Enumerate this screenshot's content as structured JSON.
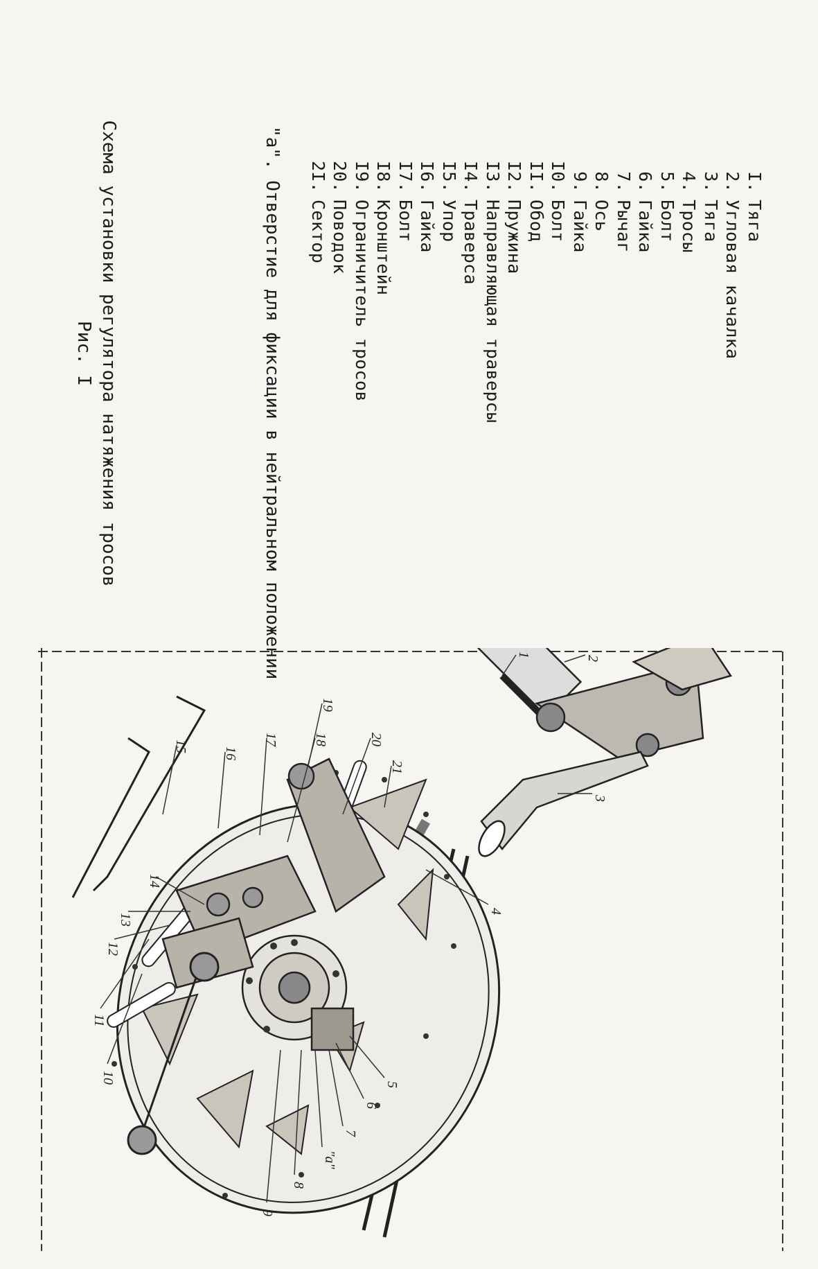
{
  "legend": [
    {
      "num": "I.",
      "label": "Тяга"
    },
    {
      "num": "2.",
      "label": "Угловая качалка"
    },
    {
      "num": "3.",
      "label": "Тяга"
    },
    {
      "num": "4.",
      "label": "Тросы"
    },
    {
      "num": "5.",
      "label": "Болт"
    },
    {
      "num": "6.",
      "label": "Гайка"
    },
    {
      "num": "7.",
      "label": "Рычаг"
    },
    {
      "num": "8.",
      "label": "Ось"
    },
    {
      "num": "9.",
      "label": "Гайка"
    },
    {
      "num": "I0.",
      "label": "Болт"
    },
    {
      "num": "II.",
      "label": "Обод"
    },
    {
      "num": "I2.",
      "label": "Пружина"
    },
    {
      "num": "I3.",
      "label": "Направляющая траверсы"
    },
    {
      "num": "I4.",
      "label": "Траверса"
    },
    {
      "num": "I5.",
      "label": "Упор"
    },
    {
      "num": "I6.",
      "label": "Гайка"
    },
    {
      "num": "I7.",
      "label": "Болт"
    },
    {
      "num": "I8.",
      "label": "Кронштейн"
    },
    {
      "num": "I9.",
      "label": "Ограничитель тросов"
    },
    {
      "num": "20.",
      "label": "Поводок"
    },
    {
      "num": "2I.",
      "label": "Сектор"
    }
  ],
  "note": "\"а\". Отверстие для фиксации в нейтральном положении",
  "caption": {
    "line1": "Схема установки регулятора натяжения тросов",
    "line2": "Рис. I"
  },
  "figure_labels": [
    "1",
    "2",
    "3",
    "4",
    "5",
    "6",
    "7",
    "\"а\"",
    "8",
    "9",
    "10",
    "11",
    "12",
    "13",
    "14",
    "15",
    "16",
    "17",
    "18",
    "19",
    "20",
    "21"
  ]
}
